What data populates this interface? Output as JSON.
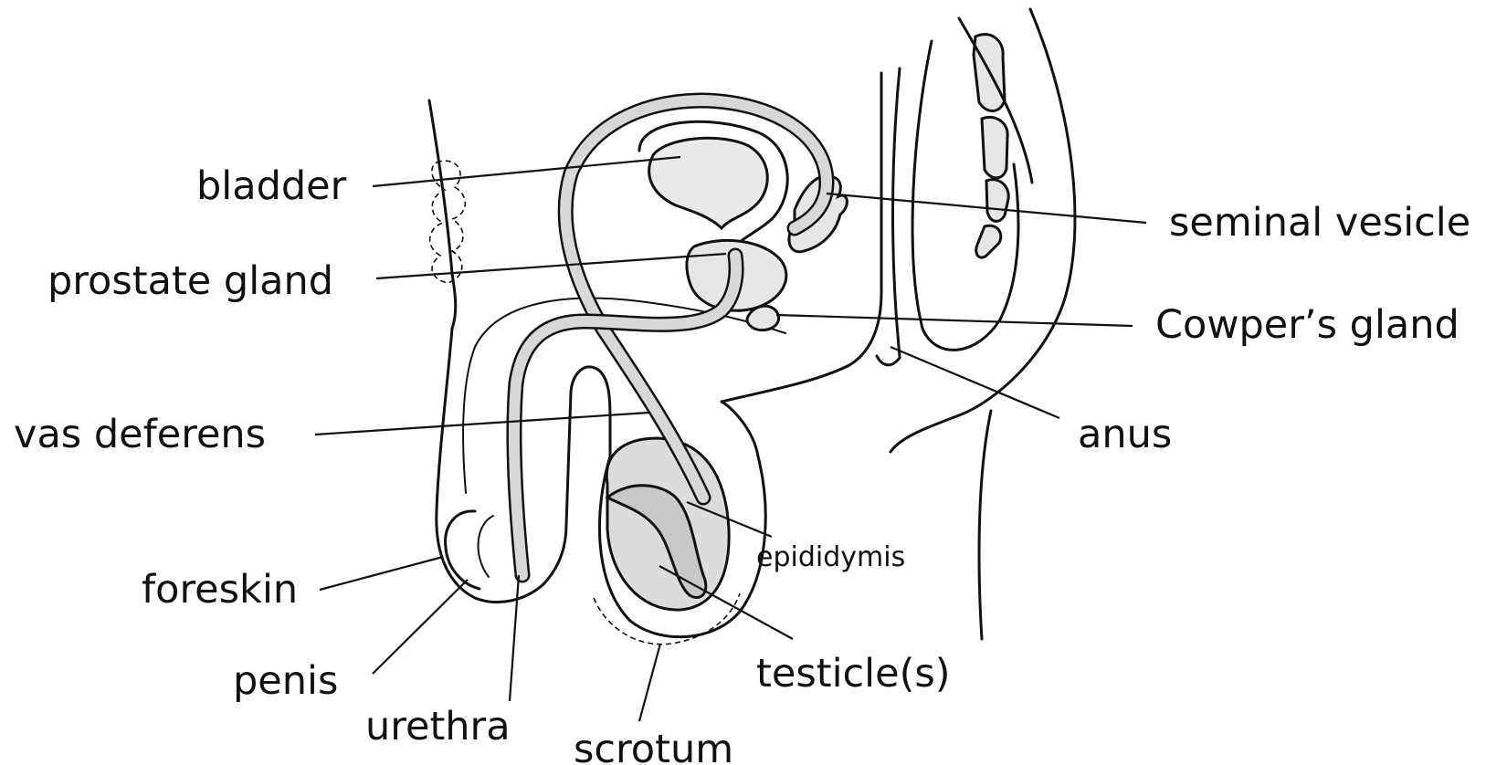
{
  "labels": {
    "bladder": "bladder",
    "prostate_gland": "prostate gland",
    "vas_deferens": "vas deferens",
    "foreskin": "foreskin",
    "penis": "penis",
    "urethra": "urethra",
    "scrotum": "scrotum",
    "testicles": "testicle(s)",
    "epididymis": "epididymis",
    "anus": "anus",
    "cowpers_gland": "Cowper’s gland",
    "seminal_vesicle": "seminal vesicle"
  },
  "colors": {
    "line": "#111111",
    "organ_fill": "#e6e6e6",
    "background": "#ffffff"
  }
}
